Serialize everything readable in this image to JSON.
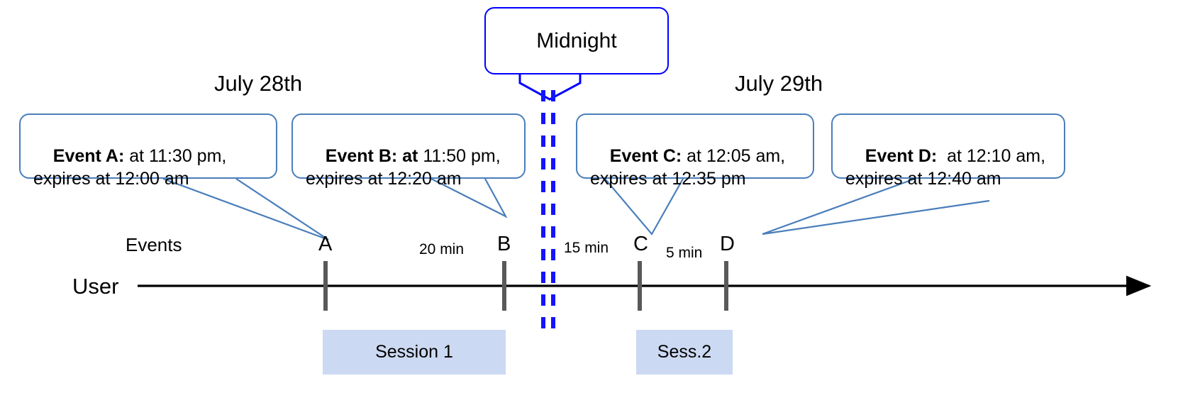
{
  "diagram": {
    "title_note": "Event expiry timeline across midnight boundary",
    "colors": {
      "callout_border": "#4a7ebb",
      "midnight_border": "#0000ff",
      "midnight_dash": "#1414ff",
      "session_fill": "#ccd9f2",
      "axis": "#000000",
      "tick": "#595959"
    }
  },
  "midnight": {
    "label": "Midnight"
  },
  "dates": {
    "left": "July 28th",
    "right": "July 29th"
  },
  "axis": {
    "row_label": "User",
    "events_label": "Events"
  },
  "callouts": [
    {
      "id": "event-a",
      "bold": "Event A:",
      "rest": " at 11:30 pm,\nexpires at 12:00 am"
    },
    {
      "id": "event-b",
      "bold": "Event B: at",
      "rest": " 11:50 pm,\nexpires at 12:20 am"
    },
    {
      "id": "event-c",
      "bold": "Event C:",
      "rest": " at 12:05 am,\nexpires at 12:35 pm"
    },
    {
      "id": "event-d",
      "bold": "Event D:",
      "rest": "  at 12:10 am,\nexpires at 12:40 am"
    }
  ],
  "events": [
    {
      "letter": "A",
      "time": "11:30 pm",
      "expires": "12:00 am",
      "day": "July 28th"
    },
    {
      "letter": "B",
      "time": "11:50 pm",
      "expires": "12:20 am",
      "day": "July 28th"
    },
    {
      "letter": "C",
      "time": "12:05 am",
      "expires": "12:35 pm",
      "day": "July 29th"
    },
    {
      "letter": "D",
      "time": "12:10 am",
      "expires": "12:40 am",
      "day": "July 29th"
    }
  ],
  "intervals": [
    {
      "label": "20 min",
      "from": "A",
      "to": "B"
    },
    {
      "label": "15 min",
      "from": "B",
      "to": "C"
    },
    {
      "label": "5 min",
      "from": "C",
      "to": "D"
    }
  ],
  "sessions": [
    {
      "label": "Session 1",
      "covers": "A to B"
    },
    {
      "label": "Sess.2",
      "covers": "C to D"
    }
  ]
}
